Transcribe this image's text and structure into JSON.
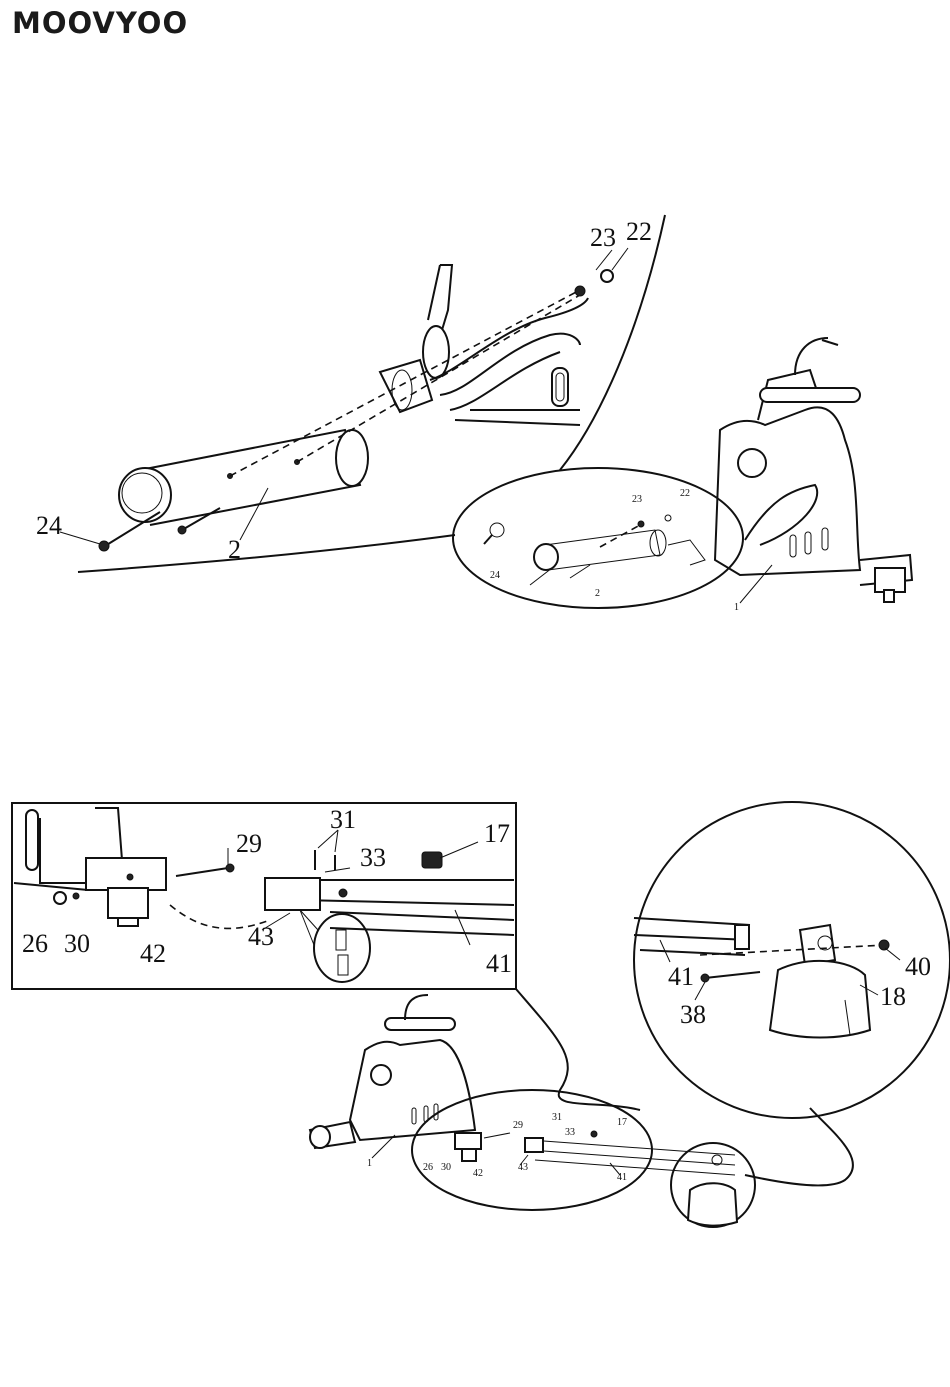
{
  "brand": {
    "name": "MOOVYOO"
  },
  "step1": {
    "callouts": {
      "p23": "23",
      "p22": "22",
      "p24": "24",
      "p2": "2"
    },
    "inset_callouts": {
      "p23": "23",
      "p22": "22",
      "p24": "24",
      "p2": "2",
      "p1": "1"
    }
  },
  "step2": {
    "callouts": {
      "p31": "31",
      "p33": "33",
      "p17": "17",
      "p29": "29",
      "p26": "26",
      "p30": "30",
      "p42": "42",
      "p43": "43",
      "p41": "41"
    },
    "circle_callouts": {
      "p41": "41",
      "p40": "40",
      "p38": "38",
      "p18": "18"
    },
    "overview_callouts": {
      "p29": "29",
      "p31": "31",
      "p33": "33",
      "p17": "17",
      "p1": "1",
      "p26": "26",
      "p30": "30",
      "p42": "42",
      "p43": "43",
      "p41": "41"
    }
  }
}
